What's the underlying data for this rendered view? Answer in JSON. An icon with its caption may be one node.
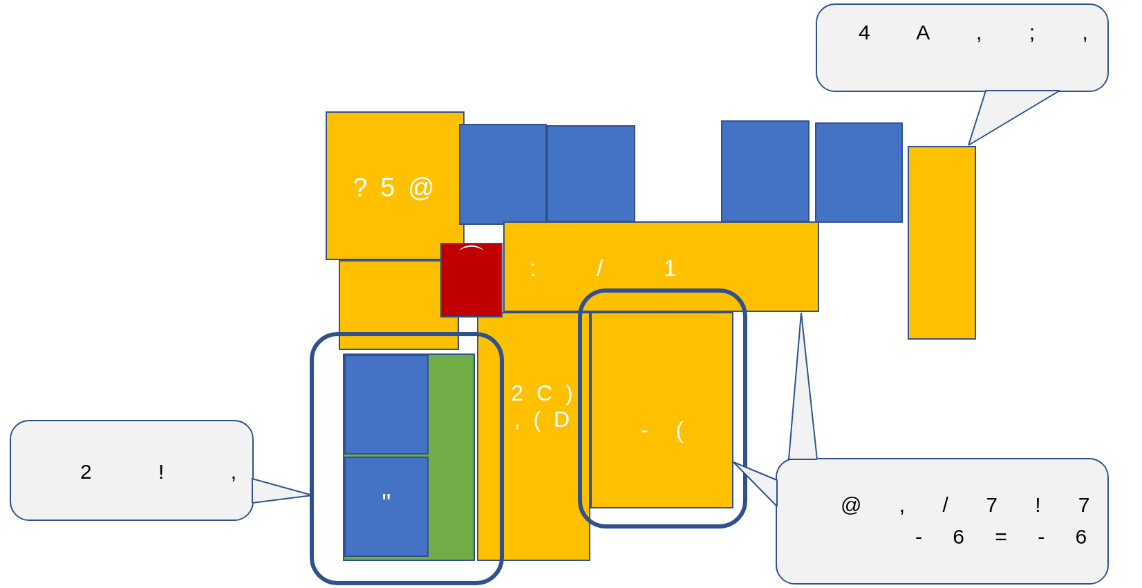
{
  "diagram": {
    "nodes": [
      {
        "text": [
          "4 A , ; ,"
        ]
      },
      {
        "text": [
          "? 5 @"
        ]
      },
      {
        "text": [],
        "shape": "box"
      },
      {
        "text": [],
        "shape": "box"
      },
      {
        "text": [],
        "shape": "box"
      },
      {
        "text": [],
        "shape": "box"
      },
      {
        "text": [],
        "shape": "box"
      },
      {
        "text": [],
        "shape": "box"
      },
      {
        "text": [
          "⌒"
        ]
      },
      {
        "text": [
          ": / 1"
        ]
      },
      {
        "text": [],
        "shape": "box"
      },
      {
        "text": [],
        "shape": "box",
        "in": 10
      },
      {
        "text": [],
        "shape": "box",
        "in": 11
      },
      {
        "text": [
          "\""
        ],
        "in": 11
      },
      {
        "text": [
          "2 C ) , ( D"
        ]
      },
      {
        "text": [],
        "shape": "box"
      },
      {
        "text": [
          "- ("
        ],
        "in": 15
      },
      {
        "text": [
          "2 ! ,"
        ]
      },
      {
        "text": [
          "@ , / 7 ! 7",
          "- 6 = - 6"
        ]
      }
    ],
    "edges": [
      {
        "from": 0,
        "to": 6,
        "arrow": "none"
      },
      {
        "from": 17,
        "to": 10,
        "arrow": "none"
      },
      {
        "from": 18,
        "to": 16,
        "arrow": "none"
      },
      {
        "from": 18,
        "to": 9,
        "arrow": "none"
      }
    ]
  }
}
